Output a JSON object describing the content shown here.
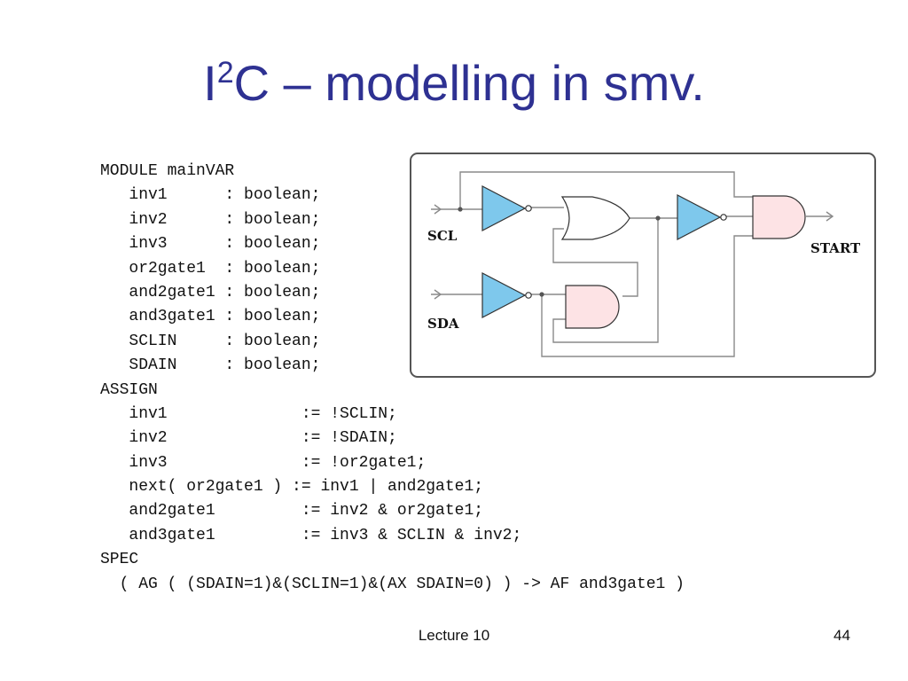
{
  "slide": {
    "title_prefix": "I",
    "title_sup": "2",
    "title_rest": "C – modelling in smv."
  },
  "code_lines": [
    "MODULE mainVAR",
    "   inv1      : boolean;",
    "   inv2      : boolean;",
    "   inv3      : boolean;",
    "   or2gate1  : boolean;",
    "   and2gate1 : boolean;",
    "   and3gate1 : boolean;",
    "   SCLIN     : boolean;",
    "   SDAIN     : boolean;",
    "ASSIGN",
    "   inv1              := !SCLIN;",
    "   inv2              := !SDAIN;",
    "   inv3              := !or2gate1;",
    "   next( or2gate1 ) := inv1 | and2gate1;",
    "   and2gate1         := inv2 & or2gate1;",
    "   and3gate1         := inv3 & SCLIN & inv2;",
    "SPEC",
    "  ( AG ( (SDAIN=1)&(SCLIN=1)&(AX SDAIN=0) ) -> AF and3gate1 )"
  ],
  "diagram": {
    "labels": {
      "scl": "SCL",
      "sda": "SDA",
      "start": "START"
    },
    "colors": {
      "inverter_fill": "#7ec8ec",
      "gate_fill": "#fde3e5",
      "wire": "#8a8a8a"
    }
  },
  "footer": {
    "lecture": "Lecture 10",
    "page": "44"
  }
}
